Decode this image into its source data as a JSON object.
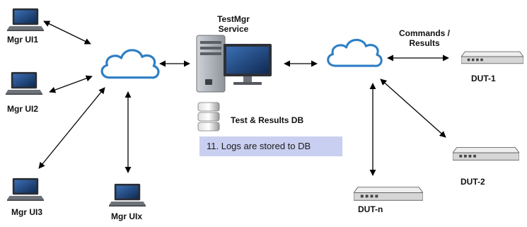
{
  "server": {
    "title_line1": "TestMgr",
    "title_line2": "Service"
  },
  "database": {
    "label": "Test & Results DB"
  },
  "note": {
    "text": "11. Logs are stored to DB"
  },
  "link": {
    "label_line1": "Commands /",
    "label_line2": "Results"
  },
  "clients": [
    {
      "label": "Mgr UI1"
    },
    {
      "label": "Mgr UI2"
    },
    {
      "label": "Mgr UI3"
    },
    {
      "label": "Mgr UIx"
    }
  ],
  "devices": [
    {
      "label": "DUT-1"
    },
    {
      "label": "DUT-2"
    },
    {
      "label": "DUT-n"
    }
  ],
  "colors": {
    "cloud_outline": "#2e7fc4",
    "note_bg": "#c9cff0",
    "device_body": "#dcdcdc",
    "laptop_screen": "#23467a"
  }
}
